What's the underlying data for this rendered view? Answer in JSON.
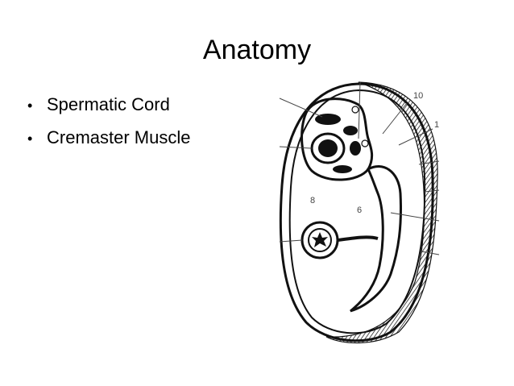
{
  "slide": {
    "title": "Anatomy",
    "bullets": [
      "Spermatic Cord",
      "Cremaster Muscle"
    ]
  },
  "figure": {
    "labels": [
      "10",
      "1",
      "8",
      "6"
    ]
  }
}
